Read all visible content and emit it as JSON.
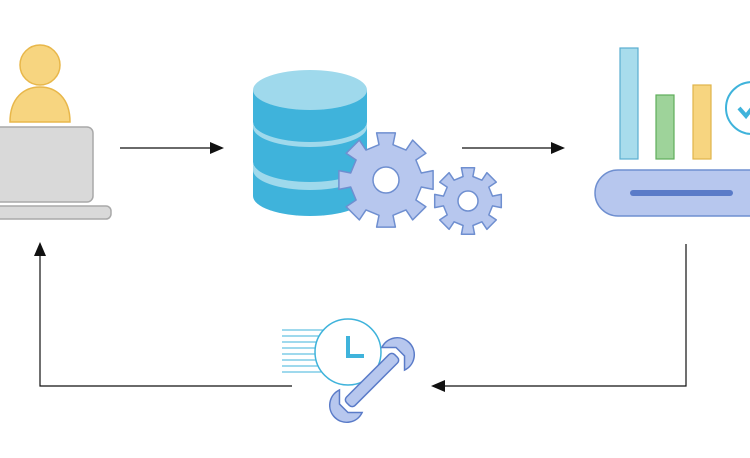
{
  "diagram": {
    "nodes": [
      {
        "id": "user-workstation",
        "icon": "user-laptop-icon"
      },
      {
        "id": "data-processing",
        "icon": "database-gears-icon"
      },
      {
        "id": "analytics-dashboard",
        "icon": "bar-chart-icon"
      },
      {
        "id": "scheduled-maintenance",
        "icon": "clock-wrench-icon"
      }
    ],
    "edges": [
      {
        "from": "user-workstation",
        "to": "data-processing"
      },
      {
        "from": "data-processing",
        "to": "analytics-dashboard"
      },
      {
        "from": "analytics-dashboard",
        "to": "scheduled-maintenance"
      },
      {
        "from": "scheduled-maintenance",
        "to": "user-workstation"
      }
    ],
    "colors": {
      "user": "#f7d580",
      "user_stroke": "#e8b74a",
      "laptop": "#d9d9d9",
      "laptop_stroke": "#a9a9a9",
      "database": "#3fb3db",
      "database_light": "#9fd9ec",
      "gear": "#b7c7ee",
      "gear_stroke": "#6f8fd0",
      "bar_blue": "#a8dcec",
      "bar_green": "#9ed39a",
      "bar_yellow": "#f7d580",
      "base": "#b7c7ee",
      "base_line": "#5a7bc8",
      "accent": "#3fb3db",
      "arrow": "#111111"
    }
  }
}
